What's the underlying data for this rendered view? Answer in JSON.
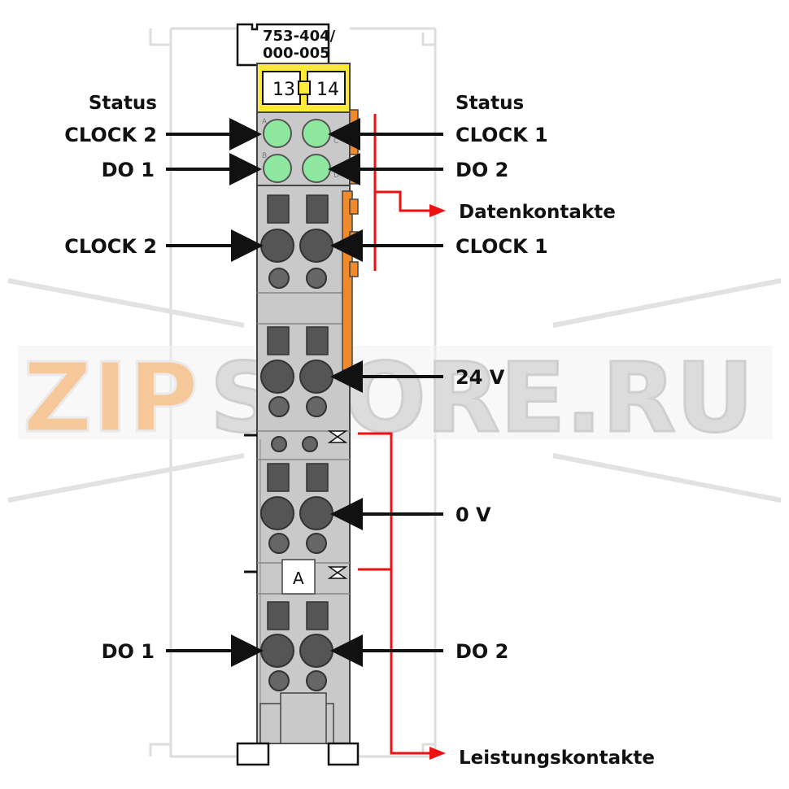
{
  "module": {
    "part_number_line1": "753-404/",
    "part_number_line2": "000-005",
    "marker_left": "13",
    "marker_right": "14",
    "coding_letter": "A",
    "led_letters": [
      "A",
      "C",
      "B",
      "D"
    ]
  },
  "labels": {
    "status_left": "Status",
    "status_right": "Status",
    "led_clock2": "CLOCK 2",
    "led_do1": "DO 1",
    "led_clock1": "CLOCK 1",
    "led_do2": "DO 2",
    "conn_clock2": "CLOCK 2",
    "conn_clock1": "CLOCK 1",
    "conn_24v": "24 V",
    "conn_0v": "0 V",
    "conn_do1": "DO 1",
    "conn_do2": "DO 2",
    "data_contacts": "Datenkontakte",
    "power_contacts": "Leistungskontakte"
  },
  "watermark": {
    "text_orange": "ZIP",
    "text_gray": "STORE.RU"
  },
  "colors": {
    "housing": "#c9c9c9",
    "terminal": "#555555",
    "led": "#8fe8a0",
    "marker_yellow": "#ffea3a",
    "contact_orange": "#f08a2a",
    "bracket_red": "#ee1111",
    "arrow": "#111111",
    "watermark_orange": "#f7c89a",
    "watermark_gray": "#dcdcdc"
  }
}
